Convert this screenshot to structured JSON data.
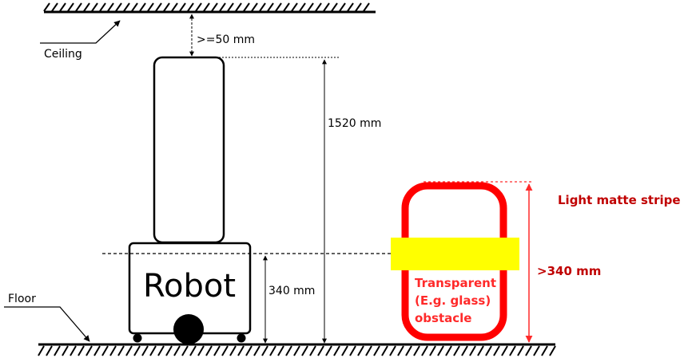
{
  "labels": {
    "ceiling": "Ceiling",
    "floor": "Floor",
    "robot": "Robot",
    "clearance": ">=50 mm",
    "robot_height": "1520 mm",
    "base_height": "340 mm",
    "obstacle_height": ">340 mm",
    "stripe": "Light matte stripe",
    "obstacle_line1": "Transparent",
    "obstacle_line2": "(E.g. glass)",
    "obstacle_line3": "obstacle"
  },
  "colors": {
    "outline": "#000000",
    "obstacle": "#ff0000",
    "obstacle_text": "#ff2a2a",
    "dark_red_text": "#c00000",
    "stripe": "#ffff00"
  }
}
